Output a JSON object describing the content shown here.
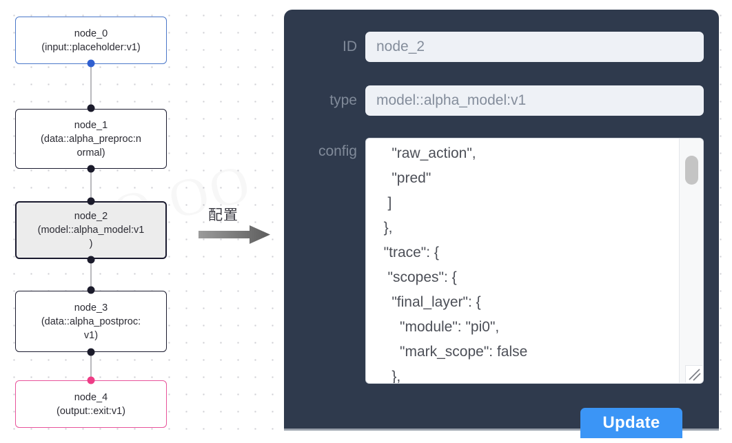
{
  "canvas": {
    "watermark_text": "OO OO",
    "nodes": [
      {
        "id": "node_0",
        "label": "node_0\n(input::placeholder:v1)",
        "kind": "input",
        "selected": false
      },
      {
        "id": "node_1",
        "label": "node_1\n(data::alpha_preproc:n\normal)",
        "kind": "default",
        "selected": false
      },
      {
        "id": "node_2",
        "label": "node_2\n(model::alpha_model:v1\n)",
        "kind": "default",
        "selected": true
      },
      {
        "id": "node_3",
        "label": "node_3\n(data::alpha_postproc:\nv1)",
        "kind": "default",
        "selected": false
      },
      {
        "id": "node_4",
        "label": "node_4\n(output::exit:v1)",
        "kind": "output",
        "selected": false
      }
    ],
    "colors": {
      "input_border": "#4a77c9",
      "output_border": "#e8529a",
      "default_border": "#1a1a2e",
      "selected_fill": "#ececec",
      "edge": "#b9b9bd",
      "port_blue": "#2f5fd0",
      "port_pink": "#ee3d86",
      "grid_dot": "#cfcfd4"
    }
  },
  "annotation": {
    "label": "配置",
    "arrow_icon": "arrow-right-icon"
  },
  "panel": {
    "background_color": "#2f3a4d",
    "fields": [
      {
        "name": "id",
        "label": "ID",
        "value": "node_2"
      },
      {
        "name": "type",
        "label": "type",
        "value": "model::alpha_model:v1"
      },
      {
        "name": "config",
        "label": "config",
        "value": ""
      }
    ],
    "config_text": "    \"raw_action\",\n    \"pred\"\n   ]\n  },\n  \"trace\": {\n   \"scopes\": {\n    \"final_layer\": {\n      \"module\": \"pi0\",\n      \"mark_scope\": false\n    },\n    \"action_model\": {",
    "scrollbar": {
      "name": "vertical-scrollbar",
      "thumb_position": "top"
    },
    "resize_handle": "resize-grip-icon",
    "update_button_label": "Update",
    "update_button_color": "#3b95f6"
  }
}
